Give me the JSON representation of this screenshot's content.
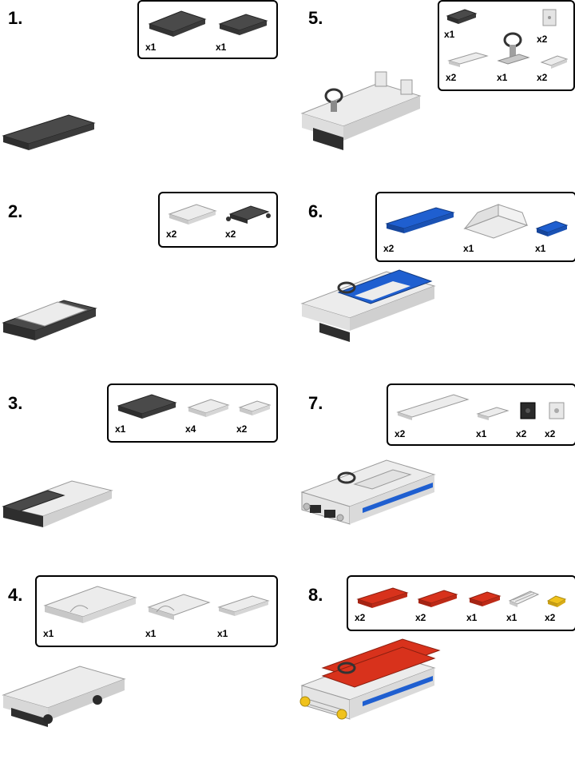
{
  "steps": [
    {
      "number": "1.",
      "parts": [
        {
          "qty": "x1",
          "piece": "dark-grey-plate-2x6"
        },
        {
          "qty": "x1",
          "piece": "dark-grey-plate-2x4"
        }
      ]
    },
    {
      "number": "2.",
      "parts": [
        {
          "qty": "x2",
          "piece": "white-plate-2x3"
        },
        {
          "qty": "x2",
          "piece": "dark-grey-wheel-holder"
        }
      ]
    },
    {
      "number": "3.",
      "parts": [
        {
          "qty": "x1",
          "piece": "dark-grey-plate-2x4"
        },
        {
          "qty": "x4",
          "piece": "white-plate-2x3"
        },
        {
          "qty": "x2",
          "piece": "white-plate-1x2"
        }
      ]
    },
    {
      "number": "4.",
      "parts": [
        {
          "qty": "x1",
          "piece": "white-mudguard-4x6"
        },
        {
          "qty": "x1",
          "piece": "white-arch-plate"
        },
        {
          "qty": "x1",
          "piece": "white-plate-1x4"
        }
      ]
    },
    {
      "number": "5.",
      "parts": [
        {
          "qty": "x1",
          "piece": "dark-grey-plate-1x2"
        },
        {
          "qty": "x2",
          "piece": "white-bracket"
        },
        {
          "qty": "x2",
          "piece": "white-plate-1x4"
        },
        {
          "qty": "x1",
          "piece": "steering-wheel-stand"
        },
        {
          "qty": "x2",
          "piece": "white-slope"
        }
      ]
    },
    {
      "number": "6.",
      "parts": [
        {
          "qty": "x2",
          "piece": "blue-plate-1x6"
        },
        {
          "qty": "x1",
          "piece": "white-slope-windscreen"
        },
        {
          "qty": "x1",
          "piece": "blue-plate-1x2"
        }
      ]
    },
    {
      "number": "7.",
      "parts": [
        {
          "qty": "x2",
          "piece": "white-plate-1x6"
        },
        {
          "qty": "x1",
          "piece": "white-plate-1x2"
        },
        {
          "qty": "x2",
          "piece": "black-brick-1x1-headlight"
        },
        {
          "qty": "x2",
          "piece": "white-brick-1x1-headlight"
        }
      ]
    },
    {
      "number": "8.",
      "parts": [
        {
          "qty": "x2",
          "piece": "red-plate-1x4"
        },
        {
          "qty": "x2",
          "piece": "red-plate-1x3"
        },
        {
          "qty": "x1",
          "piece": "red-plate-1x2"
        },
        {
          "qty": "x1",
          "piece": "white-grille-tile"
        },
        {
          "qty": "x2",
          "piece": "yellow-round-plate"
        }
      ]
    }
  ],
  "colors": {
    "dark_grey": "#4a4a4a",
    "white_brick": "#e8e8e8",
    "blue": "#1f5fd0",
    "red": "#d8321c",
    "yellow": "#f0c21c",
    "outline": "#000000"
  }
}
